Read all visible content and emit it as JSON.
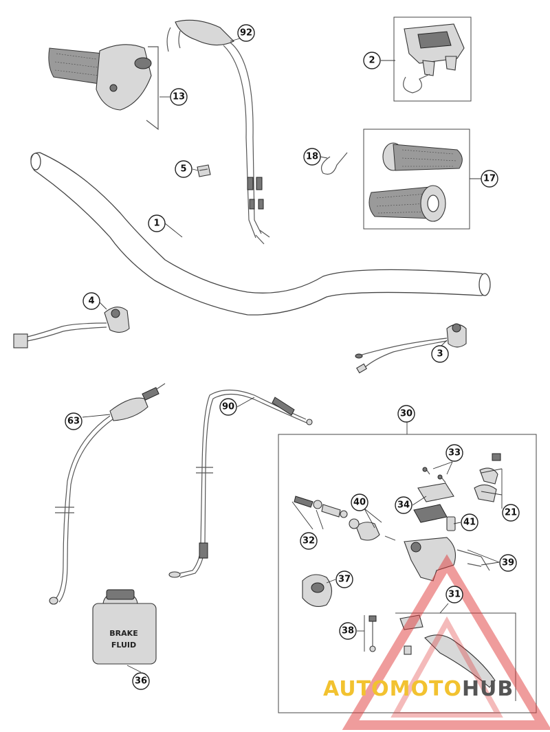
{
  "callouts": [
    {
      "id": "p92",
      "label": "92"
    },
    {
      "id": "p13",
      "label": "13"
    },
    {
      "id": "p2",
      "label": "2"
    },
    {
      "id": "p5",
      "label": "5"
    },
    {
      "id": "p18",
      "label": "18"
    },
    {
      "id": "p17",
      "label": "17"
    },
    {
      "id": "p1",
      "label": "1"
    },
    {
      "id": "p4",
      "label": "4"
    },
    {
      "id": "p3",
      "label": "3"
    },
    {
      "id": "p63",
      "label": "63"
    },
    {
      "id": "p90",
      "label": "90"
    },
    {
      "id": "p30",
      "label": "30"
    },
    {
      "id": "p33",
      "label": "33"
    },
    {
      "id": "p40",
      "label": "40"
    },
    {
      "id": "p34",
      "label": "34"
    },
    {
      "id": "p41",
      "label": "41"
    },
    {
      "id": "p21",
      "label": "21"
    },
    {
      "id": "p32",
      "label": "32"
    },
    {
      "id": "p39",
      "label": "39"
    },
    {
      "id": "p37",
      "label": "37"
    },
    {
      "id": "p31",
      "label": "31"
    },
    {
      "id": "p38",
      "label": "38"
    },
    {
      "id": "p36",
      "label": "36"
    }
  ],
  "bottle": {
    "line1": "BRAKE",
    "line2": "FLUID"
  },
  "watermark": {
    "part1": "AUTOMOTO",
    "part2": "HUB",
    "color_a": "#f2c230",
    "color_b": "#555555",
    "triangle_color": "#e03a3a"
  }
}
